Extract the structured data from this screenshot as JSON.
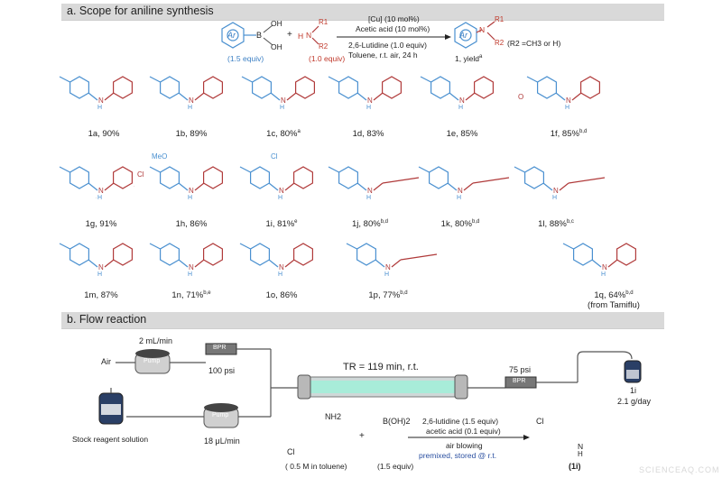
{
  "panel_a": {
    "title": "a.  Scope for aniline synthesis",
    "scheme": {
      "reagent1_ar": "Ar",
      "reagent1_b": "B",
      "reagent1_oh1": "OH",
      "reagent1_oh2": "OH",
      "reagent1_equiv": "(1.5 equiv)",
      "plus": "+",
      "amine_h": "H",
      "amine_n": "N",
      "amine_r1": "R1",
      "amine_r2": "R2",
      "amine_equiv": "(1.0 equiv)",
      "cond1": "[Cu] (10 mol%)",
      "cond2": "Acetic acid (10 mol%)",
      "cond3": "2,6-Lutidine (1.0 equiv)",
      "cond4": "Toluene, r.t. air, 24 h",
      "product_ar": "Ar",
      "product_n": "N",
      "product_r1": "R1",
      "product_r2": "R2",
      "product_note": "(R2 =CH3  or H)",
      "product_label": "1, yield",
      "product_sup": "a"
    },
    "compounds": [
      {
        "label": "1a, 90%",
        "sup": ""
      },
      {
        "label": "1b, 89%",
        "sup": ""
      },
      {
        "label": "1c, 80%",
        "sup": "a"
      },
      {
        "label": "1d, 83%",
        "sup": ""
      },
      {
        "label": "1e, 85%",
        "sup": ""
      },
      {
        "label": "1f, 85%",
        "sup": "b,d"
      },
      {
        "label": "1g, 91%",
        "sup": ""
      },
      {
        "label": "1h, 86%",
        "sup": ""
      },
      {
        "label": "1i, 81%",
        "sup": "e"
      },
      {
        "label": "1j, 80%",
        "sup": "b,d"
      },
      {
        "label": "1k, 80%",
        "sup": "b,d"
      },
      {
        "label": "1l, 88%",
        "sup": "b,c"
      },
      {
        "label": "1m, 87%",
        "sup": ""
      },
      {
        "label": "1n, 71%",
        "sup": "b,e"
      },
      {
        "label": "1o, 86%",
        "sup": ""
      },
      {
        "label": "1p, 77%",
        "sup": "b,d"
      },
      {
        "label": "1q, 64%",
        "sup": "b,d"
      }
    ],
    "atom_labels": {
      "nh": "H",
      "n": "N",
      "o": "O",
      "cl": "Cl",
      "meo": "MeO",
      "from_tamiflu": "(from Tamiflu)"
    }
  },
  "panel_b": {
    "title": "b.  Flow reaction",
    "flow_rate_air": "2 mL/min",
    "air": "Air",
    "pump": "Pump",
    "bpr": "BPR",
    "psi_100": "100 psi",
    "reactor": "TR = 119 min, r.t.",
    "psi_75": "75 psi",
    "product_label": "1i",
    "product_rate": "2.1 g/day",
    "stock": "Stock reagent solution",
    "flow_rate_liquid": "18 μL/min",
    "eq_amine_cl": "Cl",
    "eq_amine_nh2": "NH2",
    "eq_amine_note": "( 0.5 M in toluene)",
    "eq_plus": "+",
    "eq_boronic": "B(OH)2",
    "eq_boronic_equiv": "(1.5 equiv)",
    "eq_cond1": "2,6-lutidine (1.5 equiv)",
    "eq_cond2": "acetic acid (0.1 equiv)",
    "eq_cond3": "air blowing",
    "eq_cond4": "premixed, stored @ r.t.",
    "eq_product_cl": "Cl",
    "eq_product_n": "N",
    "eq_product_h": "H",
    "eq_product_label": "(1i)"
  },
  "watermark": "SCIENCEAQ.COM",
  "colors": {
    "aryl": "#4a90d0",
    "amine": "#b03a3a",
    "bar": "#d9d9d9",
    "tube": "#9fe3d3"
  }
}
